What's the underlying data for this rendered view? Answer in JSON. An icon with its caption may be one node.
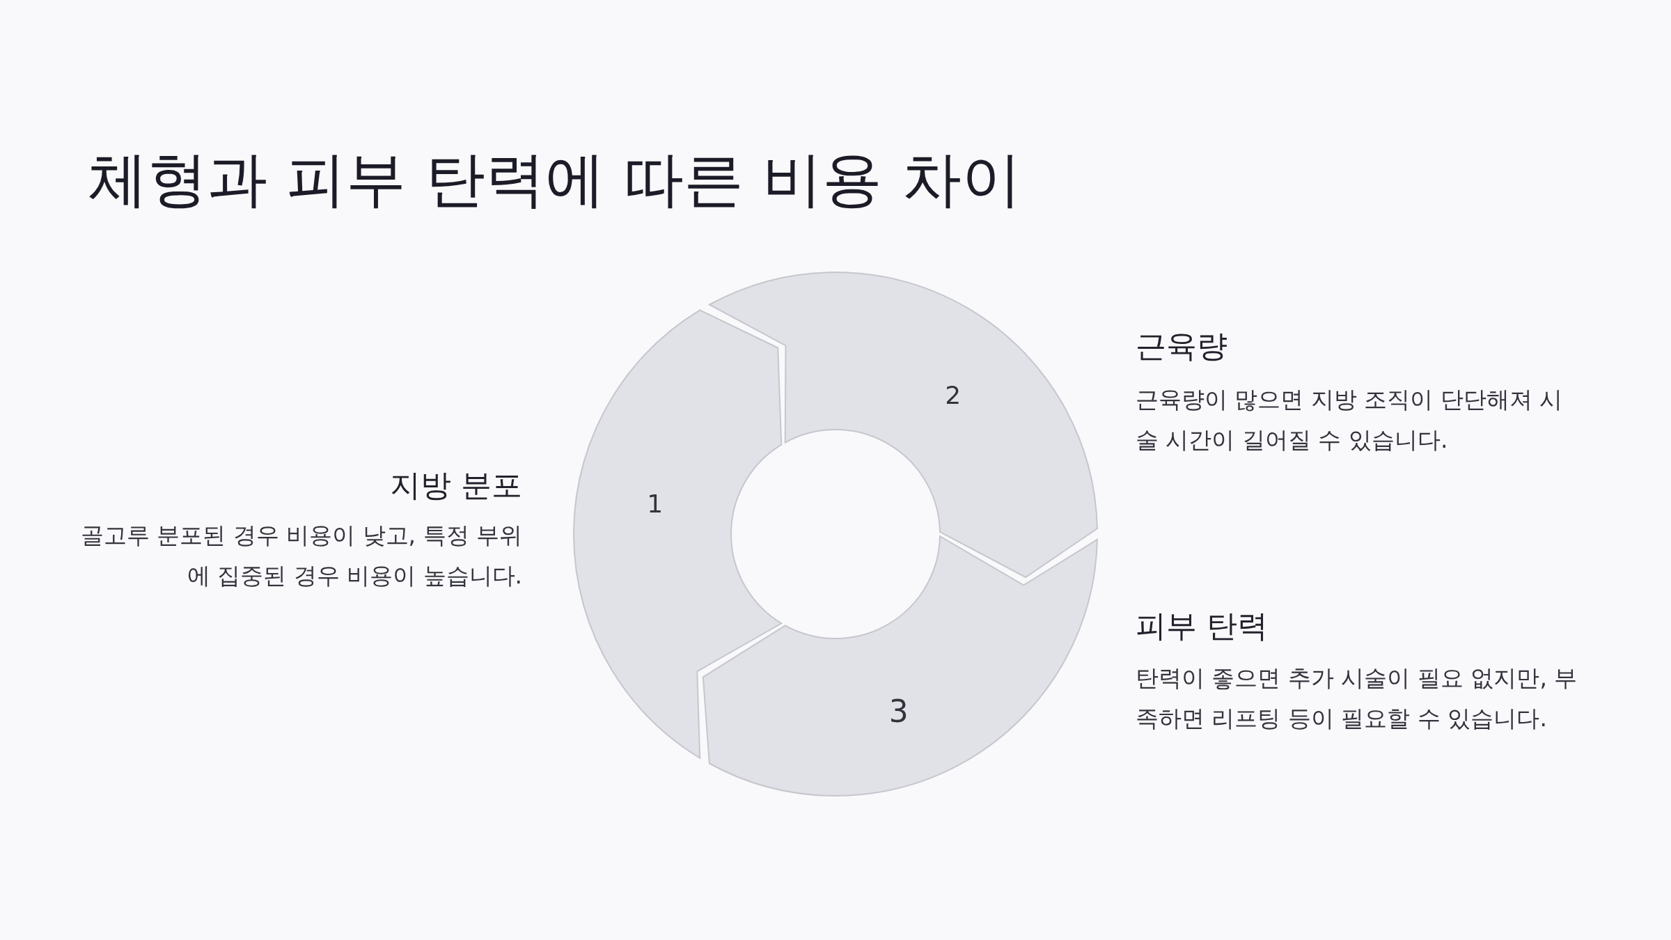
{
  "diagram": {
    "title": "체형과 피부 탄력에 따른 비용 차이",
    "nodes": [
      {
        "text": [
          "1"
        ],
        "beside": [
          "지방 분포",
          "골고루 분포된 경우 비용이 낮고, 특정 부위에 집중된 경우 비용이 높습니다."
        ]
      },
      {
        "text": [
          "2"
        ],
        "beside": [
          "근육량",
          "근육량이 많으면 지방 조직이 단단해져 시술 시간이 길어질 수 있습니다."
        ]
      },
      {
        "text": [
          "3"
        ],
        "beside": [
          "피부 탄력",
          "탄력이 좋으면 추가 시술이 필요 없지만, 부족하면 리프팅 등이 필요할 수 있습니다."
        ]
      }
    ]
  }
}
